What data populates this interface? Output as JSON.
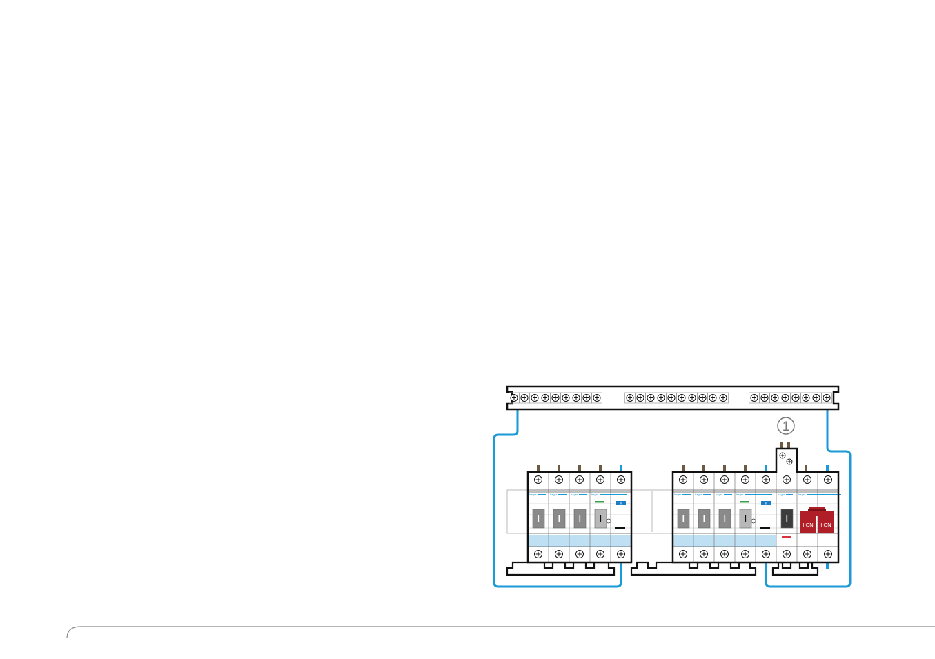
{
  "diagram": {
    "callout_number": "1",
    "brand_label": "hager",
    "test_button_label": "T",
    "main_switch_label": "I ON",
    "colors": {
      "wire": "#1a9ad6",
      "outline": "#111111",
      "band": "#bfe0f3",
      "handle_gray": "#8a8a8a",
      "handle_dark": "#3c3c3c",
      "main_switch": "#b01e28",
      "pin_brown": "#6b5a44",
      "indicator_green": "#3aa04a",
      "indicator_red": "#d8343c",
      "footer_line": "#8c8c8c"
    }
  }
}
